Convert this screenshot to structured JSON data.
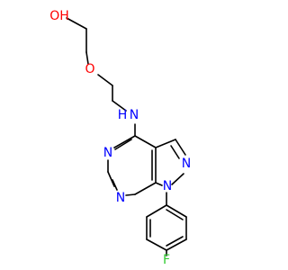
{
  "molecule": {
    "atoms": {
      "OH": {
        "text": "OH",
        "color": "#FF0000"
      },
      "O_ether": {
        "text": "O",
        "color": "#FF0000"
      },
      "NH": {
        "text": "N",
        "color": "#0000FF"
      },
      "NH_h": {
        "text": "H",
        "color": "#0000FF"
      },
      "N_pyr_top": {
        "text": "N",
        "color": "#0000FF"
      },
      "N_pyr_bottom": {
        "text": "N",
        "color": "#0000FF"
      },
      "N_pz_2": {
        "text": "N",
        "color": "#0000FF"
      },
      "N_pz_1": {
        "text": "N",
        "color": "#0000FF"
      },
      "F": {
        "text": "F",
        "color": "#33CC33"
      }
    }
  }
}
